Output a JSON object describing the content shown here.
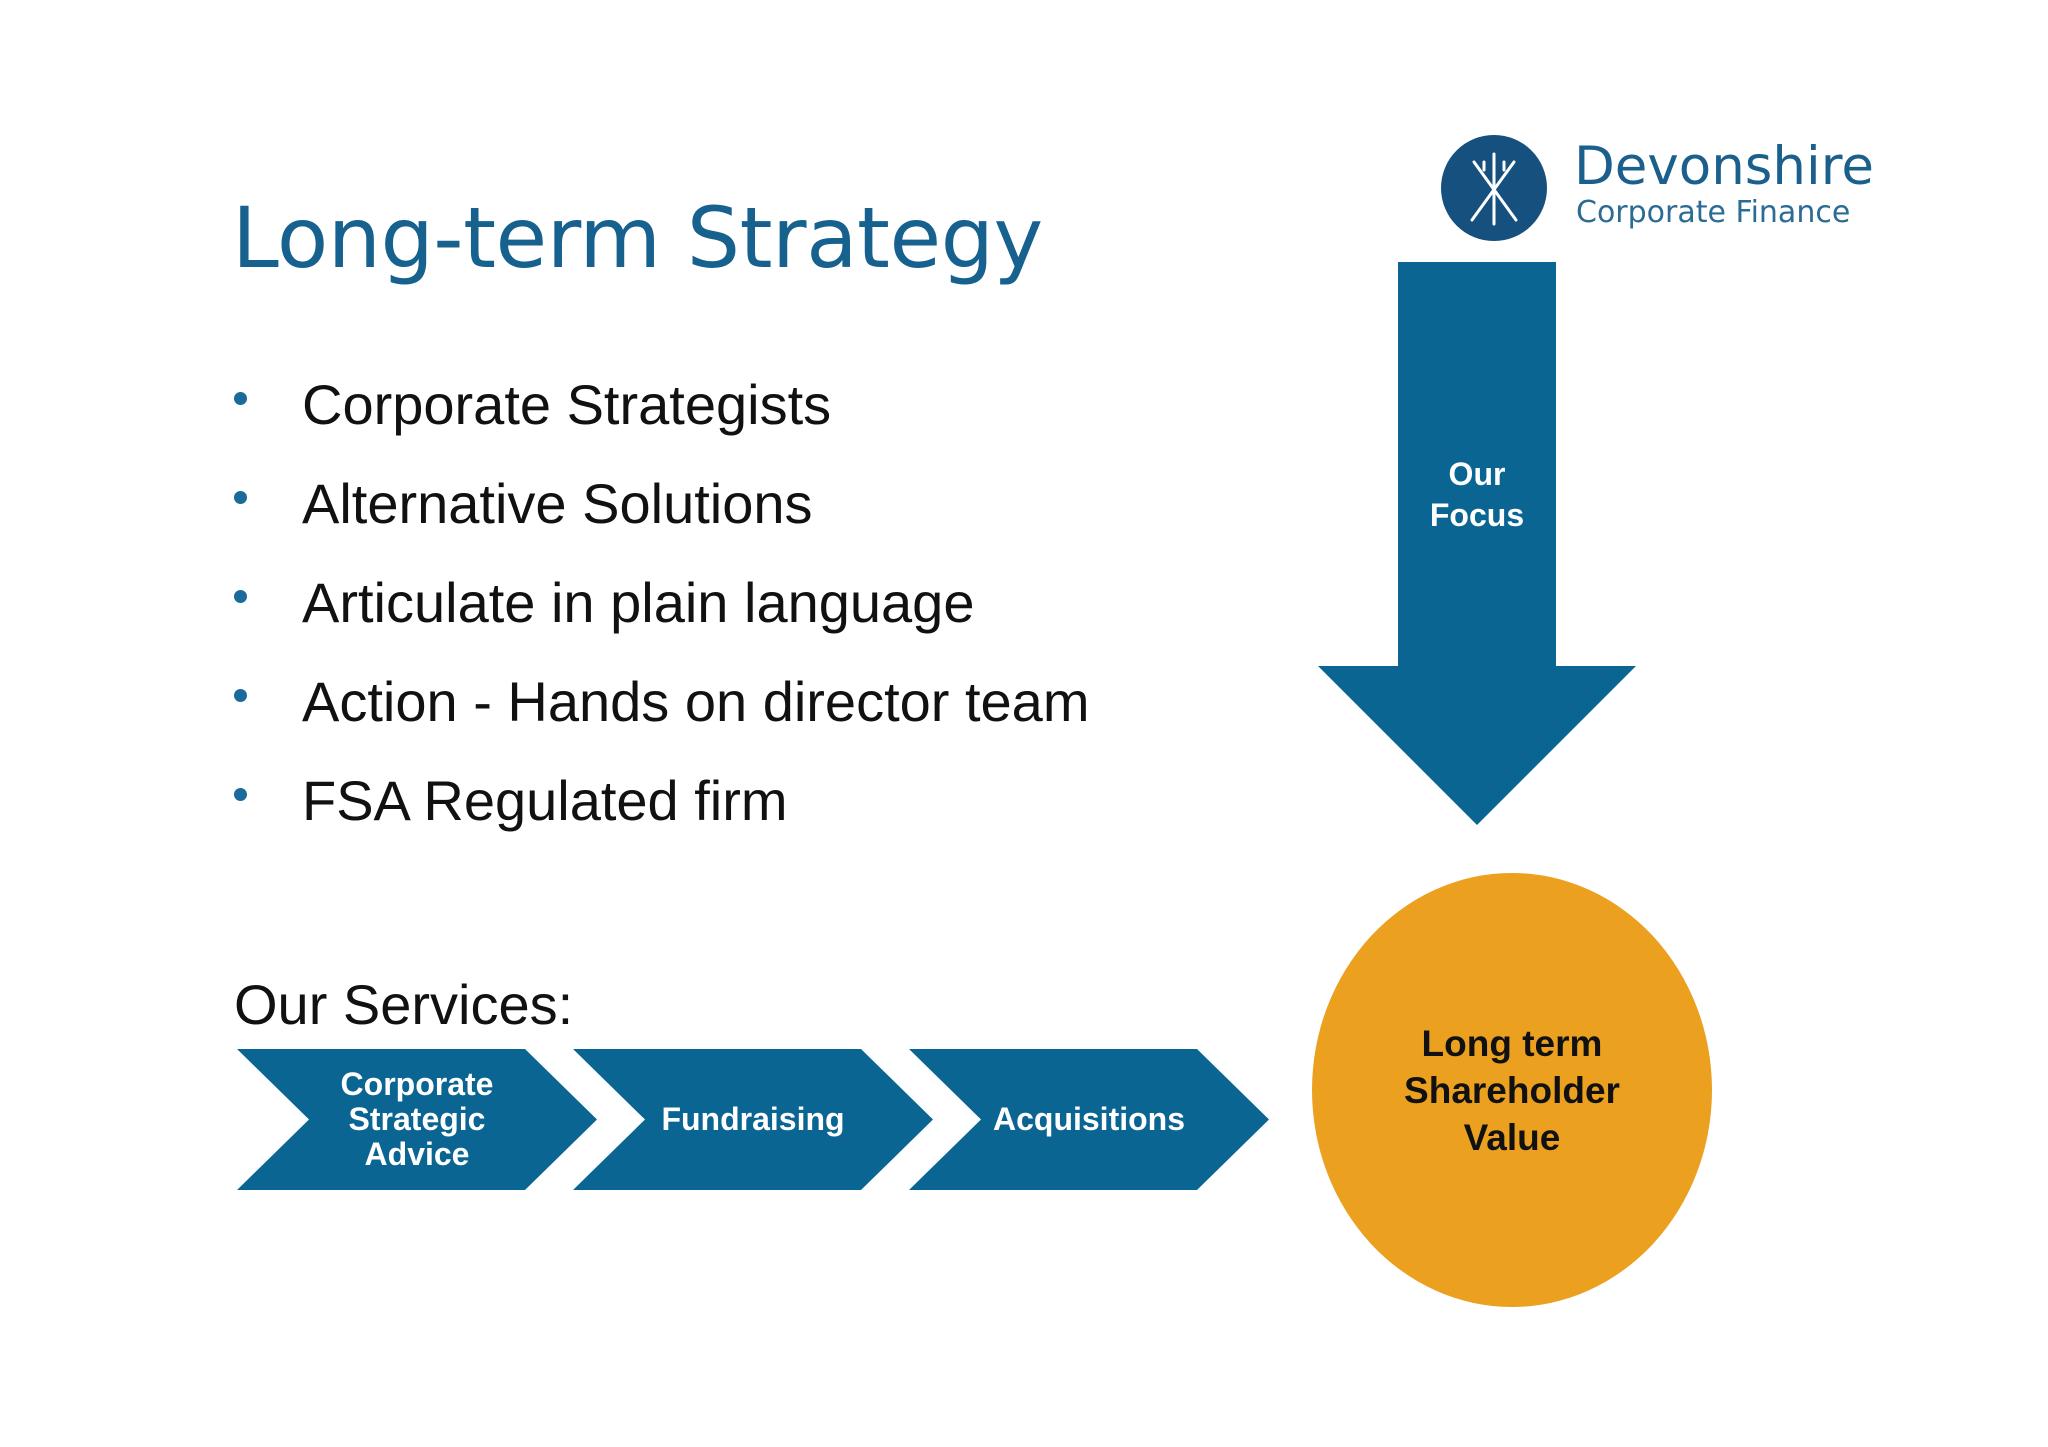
{
  "slide": {
    "title": "Long-term Strategy",
    "bullets": [
      "Corporate Strategists",
      "Alternative Solutions",
      "Articulate in plain language",
      "Action - Hands on director team",
      "FSA Regulated firm"
    ],
    "services_label": "Our Services:"
  },
  "logo": {
    "name": "Devonshire",
    "subtitle": "Corporate Finance",
    "icon": "crossed-lines-emblem-icon"
  },
  "diagram": {
    "services": [
      {
        "label_lines": [
          "Corporate",
          "Strategic",
          "Advice"
        ]
      },
      {
        "label_lines": [
          "Fundraising"
        ]
      },
      {
        "label_lines": [
          "Acquisitions"
        ]
      }
    ],
    "focus_arrow": {
      "label_lines": [
        "Our",
        "Focus"
      ]
    },
    "outcome": {
      "label_lines": [
        "Long term",
        "Shareholder",
        "Value"
      ]
    }
  },
  "colors": {
    "title": "#17618f",
    "primary_blue": "#0b6593",
    "accent_orange": "#eba11f",
    "logo_blue": "#16507e",
    "bullet_dot": "#1b6a9c",
    "text": "#111111"
  }
}
